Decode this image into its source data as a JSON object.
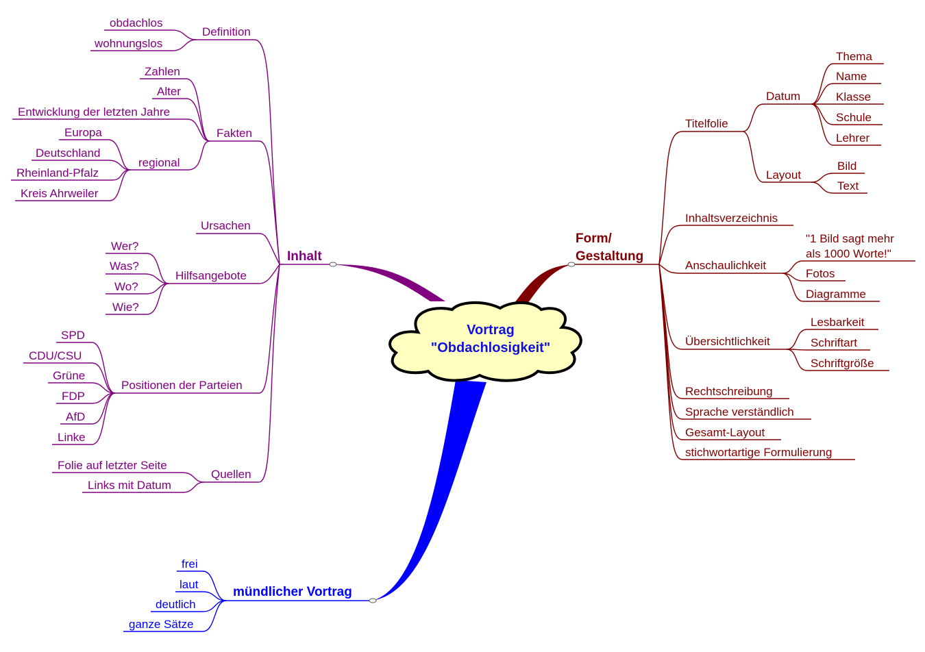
{
  "center": {
    "line1": "Vortrag",
    "line2": "\"Obdachlosigkeit\""
  },
  "colors": {
    "inhalt": "#800080",
    "form": "#800000",
    "vortrag": "#0000ff",
    "cloud_fill": "#ffffc0"
  },
  "inhalt": {
    "label": "Inhalt",
    "definition": {
      "label": "Definition",
      "items": [
        "obdachlos",
        "wohnungslos"
      ]
    },
    "fakten": {
      "label": "Fakten",
      "items": [
        "Zahlen",
        "Alter",
        "Entwicklung der letzten Jahre"
      ],
      "regional": {
        "label": "regional",
        "items": [
          "Europa",
          "Deutschland",
          "Rheinland-Pfalz",
          "Kreis Ahrweiler"
        ]
      }
    },
    "ursachen": "Ursachen",
    "hilfsangebote": {
      "label": "Hilfsangebote",
      "items": [
        "Wer?",
        "Was?",
        "Wo?",
        "Wie?"
      ]
    },
    "parteien": {
      "label": "Positionen der Parteien",
      "items": [
        "SPD",
        "CDU/CSU",
        "Grüne",
        "FDP",
        "AfD",
        "Linke"
      ]
    },
    "quellen": {
      "label": "Quellen",
      "items": [
        "Folie auf letzter Seite",
        "Links mit Datum"
      ]
    }
  },
  "form": {
    "label_line1": "Form/",
    "label_line2": "Gestaltung",
    "titelfolie": {
      "label": "Titelfolie",
      "datum": {
        "label": "Datum",
        "items": [
          "Thema",
          "Name",
          "Klasse",
          "Schule",
          "Lehrer"
        ]
      },
      "layout": {
        "label": "Layout",
        "items": [
          "Bild",
          "Text"
        ]
      }
    },
    "inhaltsverzeichnis": "Inhaltsverzeichnis",
    "anschaulichkeit": {
      "label": "Anschaulichkeit",
      "quote_line1": "\"1 Bild sagt mehr",
      "quote_line2": "als 1000 Worte!\"",
      "items": [
        "Fotos",
        "Diagramme"
      ]
    },
    "uebersichtlichkeit": {
      "label": "Übersichtlichkeit",
      "items": [
        "Lesbarkeit",
        "Schriftart",
        "Schriftgröße"
      ]
    },
    "others": [
      "Rechtschreibung",
      "Sprache verständlich",
      "Gesamt-Layout",
      "stichwortartige Formulierung"
    ]
  },
  "vortrag": {
    "label": "mündlicher Vortrag",
    "items": [
      "frei",
      "laut",
      "deutlich",
      "ganze Sätze"
    ]
  }
}
